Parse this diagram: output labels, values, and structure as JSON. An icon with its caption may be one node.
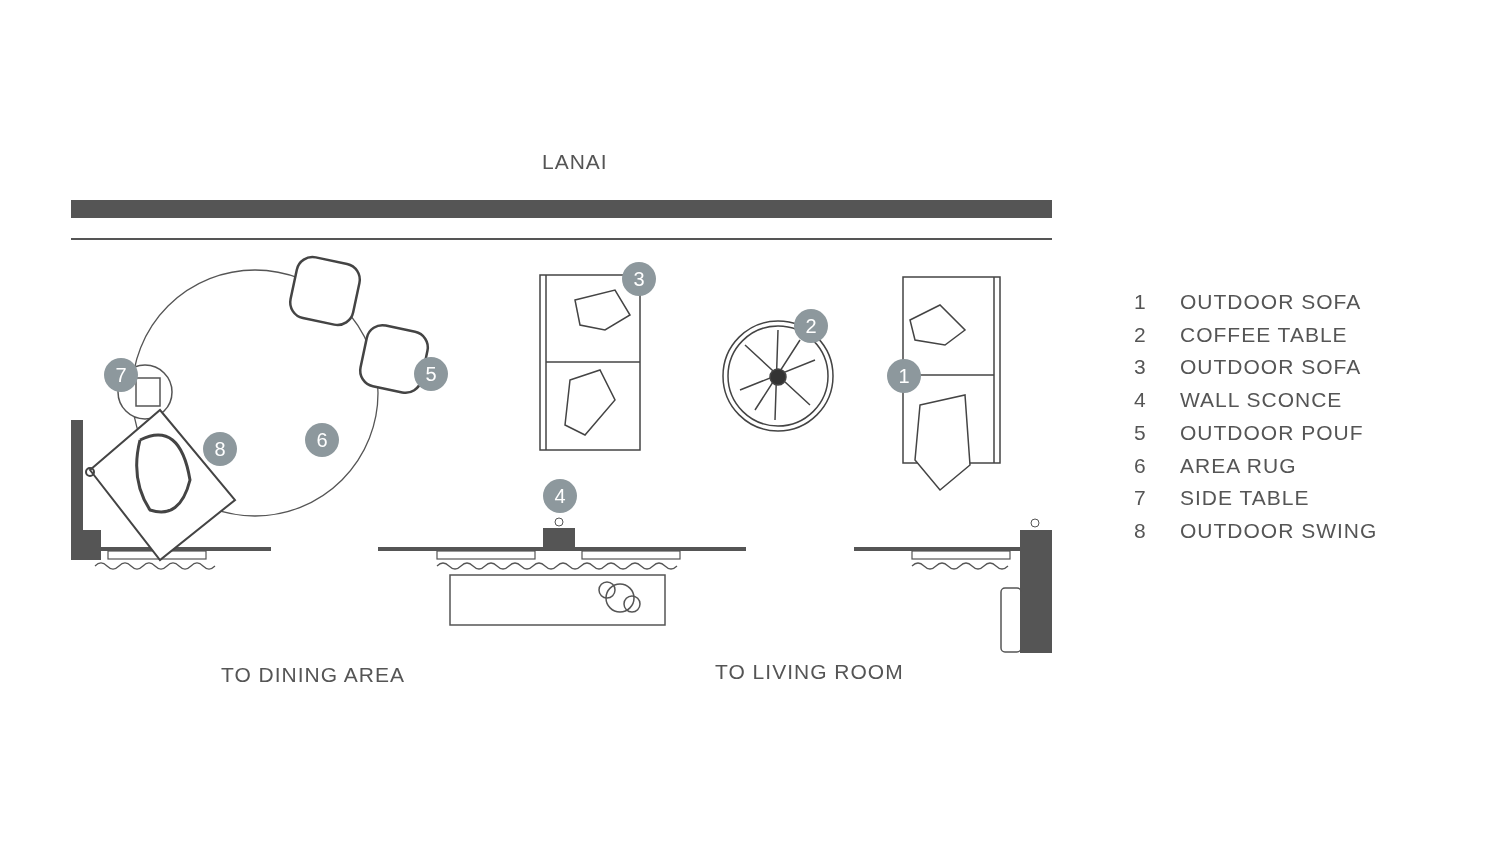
{
  "diagram": {
    "labels": [
      "LANAI",
      "3",
      "2",
      "7",
      "5",
      "1",
      "6",
      "8",
      "4",
      "TO DINING AREA",
      "TO LIVING ROOM",
      "1",
      "OUTDOOR SOFA",
      "2",
      "COFFEE TABLE",
      "3",
      "OUTDOOR SOFA",
      "4",
      "WALL SCONCE",
      "5",
      "OUTDOOR POUF",
      "6",
      "AREA RUG",
      "7",
      "SIDE TABLE",
      "8",
      "OUTDOOR SWING"
    ]
  }
}
